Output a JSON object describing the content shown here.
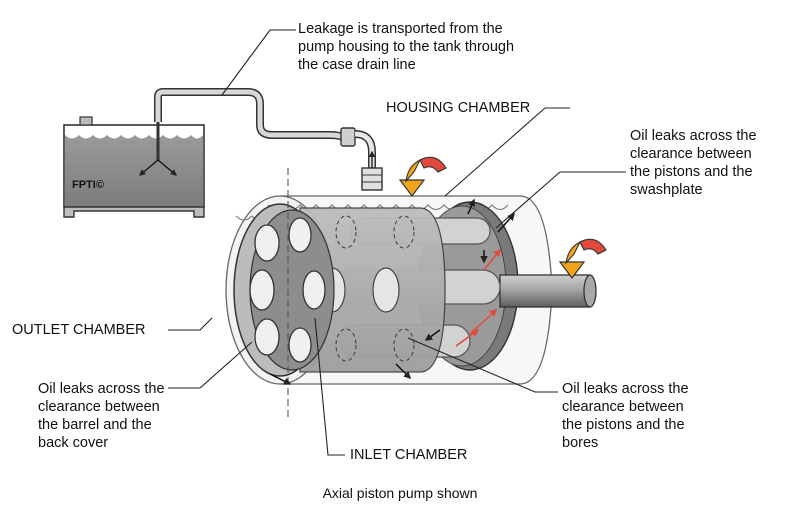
{
  "labels": {
    "leakage": "Leakage is transported from the\npump housing to the tank through\nthe case drain line",
    "housing": "HOUSING CHAMBER",
    "swashplate": "Oil leaks across the\nclearance between\nthe pistons and the\nswashplate",
    "outlet": "OUTLET CHAMBER",
    "barrel": "Oil leaks across the\nclearance between\nthe barrel and the\nback cover",
    "inlet": "INLET CHAMBER",
    "bores": "Oil leaks across the\nclearance between\nthe pistons and the\nbores"
  },
  "tank_mark": "FPTI©",
  "caption": "Axial piston pump shown",
  "colors": {
    "arrow_orange": "#f2a41c",
    "arrow_red": "#e04a3c",
    "metal_gray": "#8f8f8f"
  }
}
